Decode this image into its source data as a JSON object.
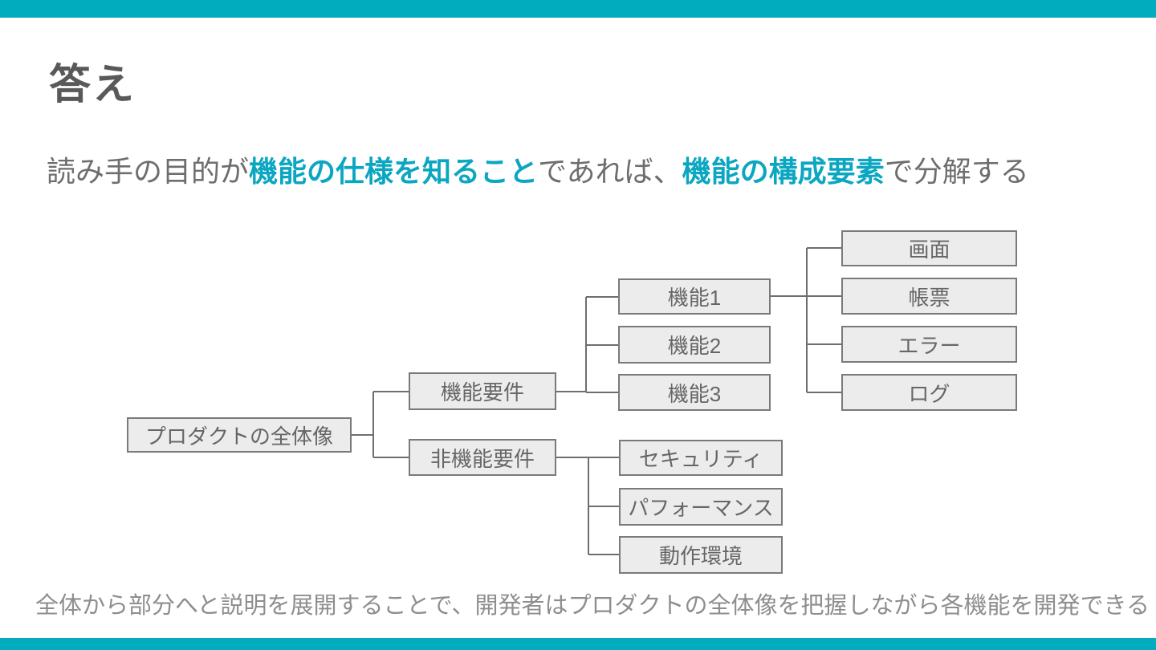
{
  "slide": {
    "title": "答え",
    "lead": {
      "parts": [
        {
          "text": "読み手の目的が",
          "accent": false
        },
        {
          "text": "機能の仕様を知ること",
          "accent": true
        },
        {
          "text": "であれば、",
          "accent": false
        },
        {
          "text": "機能の構成要素",
          "accent": true
        },
        {
          "text": "で分解する",
          "accent": false
        }
      ]
    },
    "footer": "全体から部分へと説明を展開することで、開発者はプロダクトの全体像を把握しながら各機能を開発できる"
  },
  "diagram": {
    "root": {
      "label": "プロダクトの全体像"
    },
    "branches": [
      {
        "label": "機能要件",
        "children": [
          {
            "label": "機能1",
            "children": [
              {
                "label": "画面"
              },
              {
                "label": "帳票"
              },
              {
                "label": "エラー"
              },
              {
                "label": "ログ"
              }
            ]
          },
          {
            "label": "機能2"
          },
          {
            "label": "機能3"
          }
        ]
      },
      {
        "label": "非機能要件",
        "children": [
          {
            "label": "セキュリティ"
          },
          {
            "label": "パフォーマンス"
          },
          {
            "label": "動作環境"
          }
        ]
      }
    ]
  },
  "theme": {
    "bar_color": "#00ACBE",
    "accent_text_color": "#0AA6C2",
    "title_color": "#595959",
    "body_text_color": "#6E6E6E",
    "footer_text_color": "#8E8E8E",
    "node_fill": "#ECECEC",
    "node_border": "#7A7A7A",
    "node_text_color": "#666666",
    "connector_color": "#6E6E6E"
  }
}
